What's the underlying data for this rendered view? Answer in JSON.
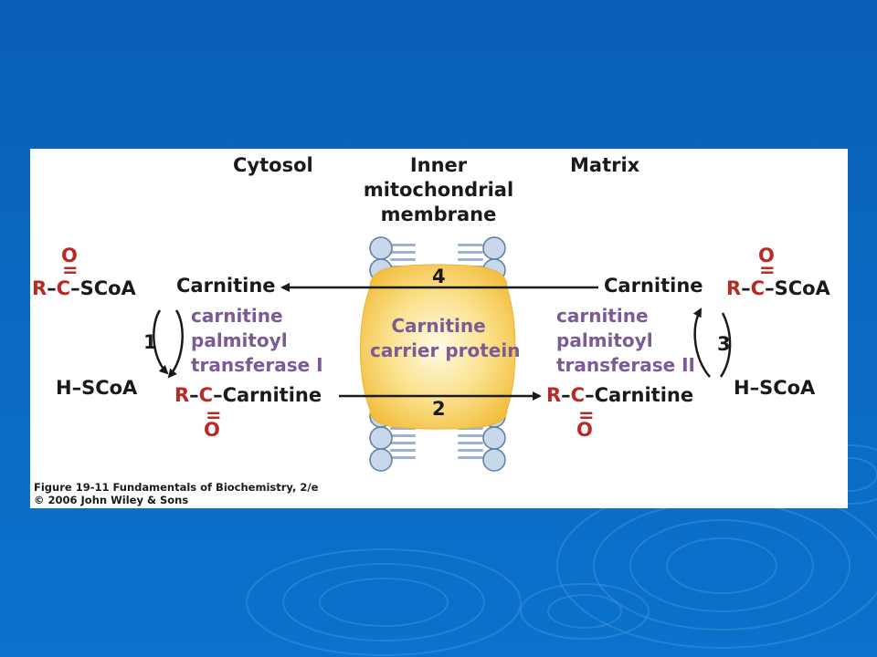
{
  "headers": {
    "cytosol": "Cytosol",
    "membrane_line1": "Inner",
    "membrane_line2": "mitochondrial",
    "membrane_line3": "membrane",
    "matrix": "Matrix"
  },
  "left": {
    "acyl_o": "O",
    "acyl_dbl": "=",
    "acyl_r": "R",
    "acyl_c": "C",
    "acyl_scoa": "SCoA",
    "carnitine_top": "Carnitine",
    "step": "1",
    "enzyme_line1": "carnitine",
    "enzyme_line2": "palmitoyl",
    "enzyme_line3": "transferase I",
    "hscoa_h": "H",
    "hscoa_scoa": "SCoA",
    "acylcarn_r": "R",
    "acylcarn_c": "C",
    "acylcarn_carnitine": "Carnitine",
    "acylcarn_dbl": "=",
    "acylcarn_o": "O"
  },
  "right": {
    "acyl_o": "O",
    "acyl_dbl": "=",
    "acyl_r": "R",
    "acyl_c": "C",
    "acyl_scoa": "SCoA",
    "carnitine_top": "Carnitine",
    "step": "3",
    "enzyme_line1": "carnitine",
    "enzyme_line2": "palmitoyl",
    "enzyme_line3": "transferase II",
    "hscoa_h": "H",
    "hscoa_scoa": "SCoA",
    "acylcarn_r": "R",
    "acylcarn_c": "C",
    "acylcarn_carnitine": "Carnitine",
    "acylcarn_dbl": "=",
    "acylcarn_o": "O"
  },
  "center": {
    "step_top": "4",
    "step_bottom": "2",
    "protein_line1": "Carnitine",
    "protein_line2": "carrier protein"
  },
  "caption": {
    "line1": "Figure 19-11  Fundamentals of Biochemistry, 2/e",
    "line2": "© 2006 John Wiley & Sons"
  },
  "colors": {
    "background": "#0b68c0",
    "red_chem": "#b82a24",
    "enzyme_purple": "#7b5a96",
    "protein_yellow": "#f5c84a",
    "lipid_head": "#c7d8ea",
    "lipid_tail": "#9bb3cf"
  }
}
